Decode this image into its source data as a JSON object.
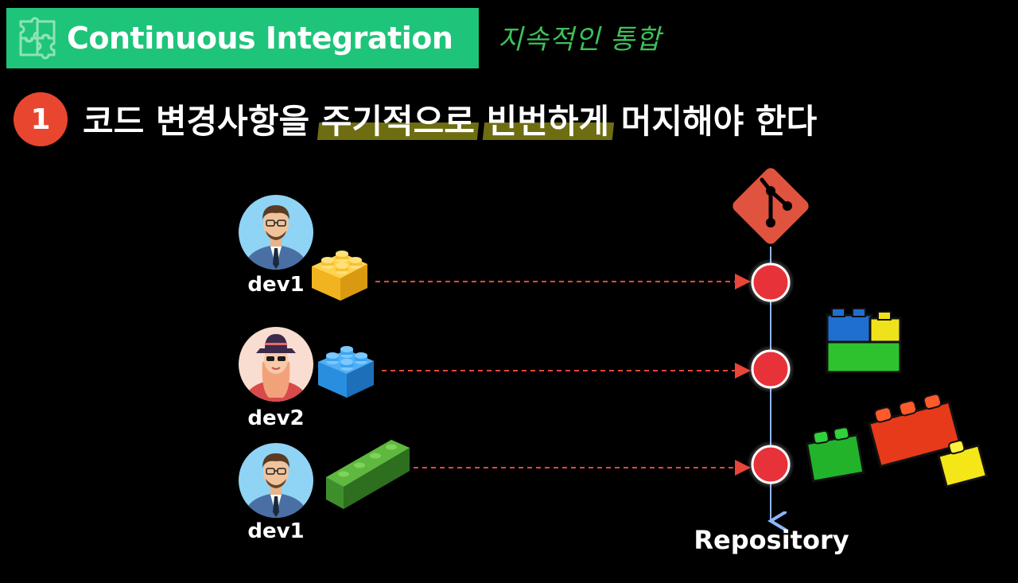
{
  "header": {
    "title": "Continuous Integration",
    "subtitle": "지속적인 통합",
    "title_bg_color": "#1ec47a"
  },
  "step": {
    "number": "1",
    "text_before": "코드 변경사항을 ",
    "text_highlight_1": "주기적으로",
    "text_middle": " ",
    "text_highlight_2": "빈번하게",
    "text_after": " 머지해야 한다",
    "badge_color": "#e8462f",
    "highlight_color": "#6e6d12"
  },
  "developers": [
    {
      "label": "dev1",
      "avatar": "male-developer-avatar",
      "block": "yellow-lego-block"
    },
    {
      "label": "dev2",
      "avatar": "female-developer-avatar",
      "block": "blue-lego-block"
    },
    {
      "label": "dev1",
      "avatar": "male-developer-avatar",
      "block": "green-lego-brick"
    }
  ],
  "repository": {
    "label": "Repository",
    "icon": "git-icon",
    "commit_color": "#e8323a",
    "line_color": "#8fb4ff"
  },
  "arrow_color": "#e8463a"
}
